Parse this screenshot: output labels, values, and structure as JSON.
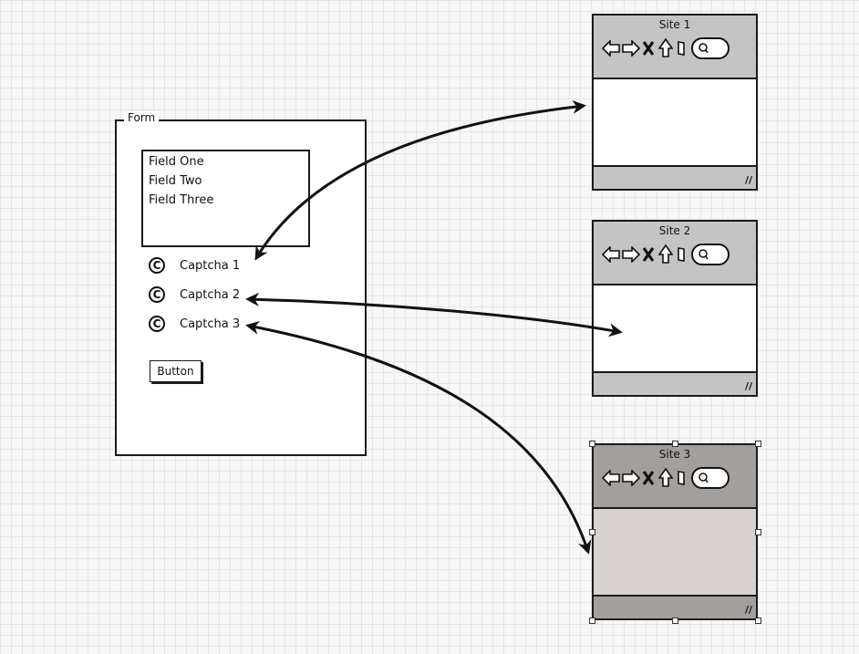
{
  "form": {
    "legend": "Form",
    "fields": [
      "Field One",
      "Field Two",
      "Field Three"
    ],
    "captchas": [
      {
        "icon": "C",
        "label": "Captcha 1"
      },
      {
        "icon": "C",
        "label": "Captcha 2"
      },
      {
        "icon": "C",
        "label": "Captcha 3"
      }
    ],
    "button_label": "Button"
  },
  "sites": [
    {
      "title": "Site 1",
      "chrome_color": "#c4c4c4",
      "body_color": "#ffffff",
      "selected": false
    },
    {
      "title": "Site 2",
      "chrome_color": "#c4c4c4",
      "body_color": "#ffffff",
      "selected": false
    },
    {
      "title": "Site 3",
      "chrome_color": "#a29f9d",
      "body_color": "#d7d1cf",
      "selected": true
    }
  ],
  "resize_grip": "//",
  "connectors": [
    {
      "from": "site-1",
      "to": "captcha-1",
      "style": "double-arrow"
    },
    {
      "from": "captcha-2",
      "to": "site-2",
      "style": "double-arrow"
    },
    {
      "from": "captcha-3",
      "to": "site-3",
      "style": "double-arrow"
    }
  ]
}
